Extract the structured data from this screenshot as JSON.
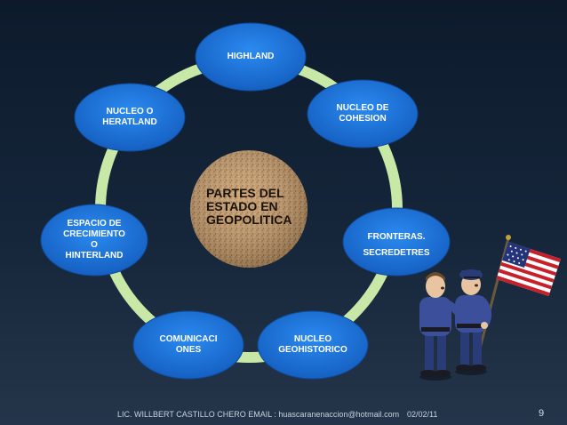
{
  "diagram": {
    "center": {
      "label": "PARTES DEL\nESTADO EN\nGEOPOLITICA",
      "color": "#c8a070"
    },
    "ring_color": "#c8e8a8",
    "node_color": "#1a6fd6",
    "nodes": [
      {
        "id": "highland",
        "label": "HIGHLAND"
      },
      {
        "id": "cohesion",
        "label": "NUCLEO DE\nCOHESION"
      },
      {
        "id": "fronteras",
        "label": "FRONTERAS.\nSECREDETRES"
      },
      {
        "id": "geohistorico",
        "label": "NUCLEO\nGEOHISTORICO"
      },
      {
        "id": "comunicaciones",
        "label": "COMUNICACI\nONES"
      },
      {
        "id": "crecimiento",
        "label": "ESPACIO DE\nCRECIMIENTO\nO\nHINTERLAND"
      },
      {
        "id": "heratland",
        "label": "NUCLEO O\nHERATLAND"
      }
    ]
  },
  "footer": {
    "author": "LIC. WILLBERT CASTILLO CHERO   EMAIL : huascaranenaccion@hotmail.com",
    "date": "02/02/11",
    "page": "9"
  },
  "illustration": {
    "icons": [
      "soldier-icon",
      "flag-icon"
    ]
  }
}
